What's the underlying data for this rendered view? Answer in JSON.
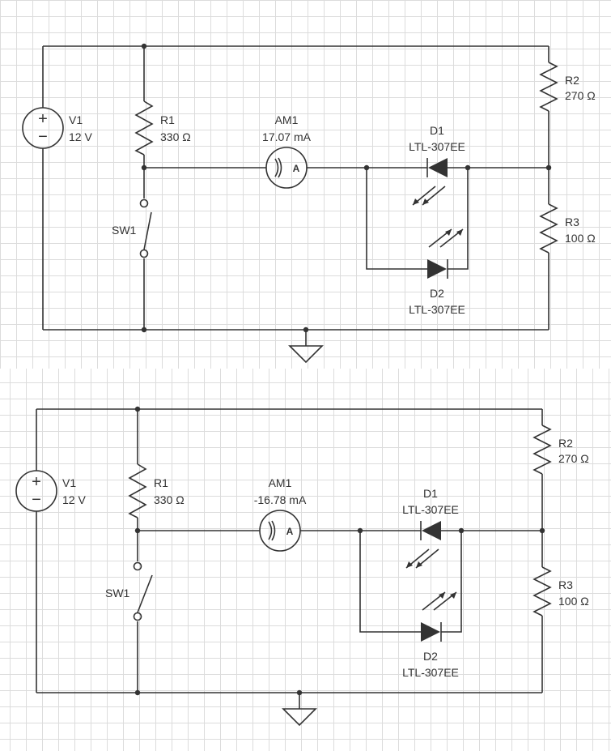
{
  "circuits": [
    {
      "switch_state": "closed",
      "v1": {
        "name": "V1",
        "value": "12 V"
      },
      "r1": {
        "name": "R1",
        "value": "330 Ω"
      },
      "r2": {
        "name": "R2",
        "value": "270 Ω"
      },
      "r3": {
        "name": "R3",
        "value": "100 Ω"
      },
      "am1": {
        "name": "AM1",
        "value": "17.07 mA",
        "symbol": "A"
      },
      "d1": {
        "name": "D1",
        "part": "LTL-307EE"
      },
      "d2": {
        "name": "D2",
        "part": "LTL-307EE"
      },
      "sw1": {
        "name": "SW1"
      },
      "source_signs": {
        "plus": "+",
        "minus": "−"
      }
    },
    {
      "switch_state": "open",
      "v1": {
        "name": "V1",
        "value": "12 V"
      },
      "r1": {
        "name": "R1",
        "value": "330 Ω"
      },
      "r2": {
        "name": "R2",
        "value": "270 Ω"
      },
      "r3": {
        "name": "R3",
        "value": "100 Ω"
      },
      "am1": {
        "name": "AM1",
        "value": "-16.78 mA",
        "symbol": "A"
      },
      "d1": {
        "name": "D1",
        "part": "LTL-307EE"
      },
      "d2": {
        "name": "D2",
        "part": "LTL-307EE"
      },
      "sw1": {
        "name": "SW1"
      },
      "source_signs": {
        "plus": "+",
        "minus": "−"
      }
    }
  ]
}
